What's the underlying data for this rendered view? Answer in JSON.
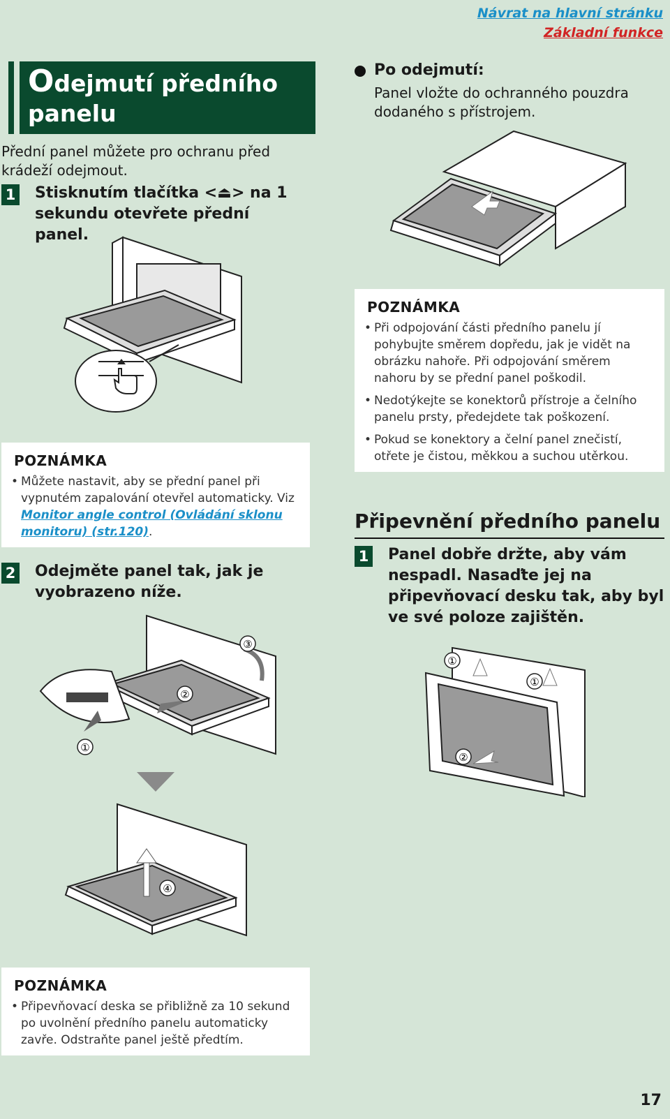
{
  "nav": {
    "home": "Návrat na hlavní stránku",
    "basic": "Základní funkce"
  },
  "title": {
    "first_letter": "O",
    "line1_rest": "dejmutí předního",
    "line2": "panelu"
  },
  "intro": "Přední panel můžete pro ochranu před krádeží odejmout.",
  "steps_left": [
    {
      "num": "1",
      "text": "Stisknutím tlačítka <⏏> na 1 sekundu otevřete přední panel."
    },
    {
      "num": "2",
      "text": "Odejměte panel tak, jak je vyobrazeno níže."
    }
  ],
  "note1": {
    "heading": "POZNÁMKA",
    "text_before": "Můžete nastavit, aby se přední panel při vypnutém zapalování otevřel automaticky. Viz",
    "link": "Monitor angle control (Ovládání sklonu monitoru) (str.120)",
    "text_after": "."
  },
  "after_removal": {
    "heading": "Po odejmutí:",
    "text": "Panel vložte do ochranného pouzdra dodaného s přístrojem."
  },
  "note2": {
    "heading": "POZNÁMKA",
    "items": [
      "Při odpojování části předního panelu jí pohybujte směrem dopředu, jak je vidět na obrázku nahoře. Při odpojování směrem nahoru by se přední panel poškodil.",
      "Nedotýkejte se konektorů přístroje a čelního panelu prsty, předejdete tak poškození.",
      "Pokud se konektory a čelní panel znečistí, otřete je čistou, měkkou a suchou utěrkou."
    ]
  },
  "section2": {
    "heading": "Připevnění předního panelu",
    "step": {
      "num": "1",
      "text": "Panel dobře držte, aby vám nespadl. Nasaďte jej na připevňovací desku tak, aby byl ve své poloze zajištěn."
    }
  },
  "note3": {
    "heading": "POZNÁMKA",
    "items": [
      "Připevňovací deska se přibližně za 10 sekund po uvolnění předního panelu automaticky zavře. Odstraňte panel ještě předtím."
    ]
  },
  "figure_labels": {
    "c1": "①",
    "c2": "②",
    "c3": "③",
    "c4": "④"
  },
  "page_number": "17",
  "colors": {
    "background": "#d5e5d7",
    "title_bg": "#0a4a2e",
    "link": "#1a8fc8",
    "nav_red": "#d12424"
  }
}
